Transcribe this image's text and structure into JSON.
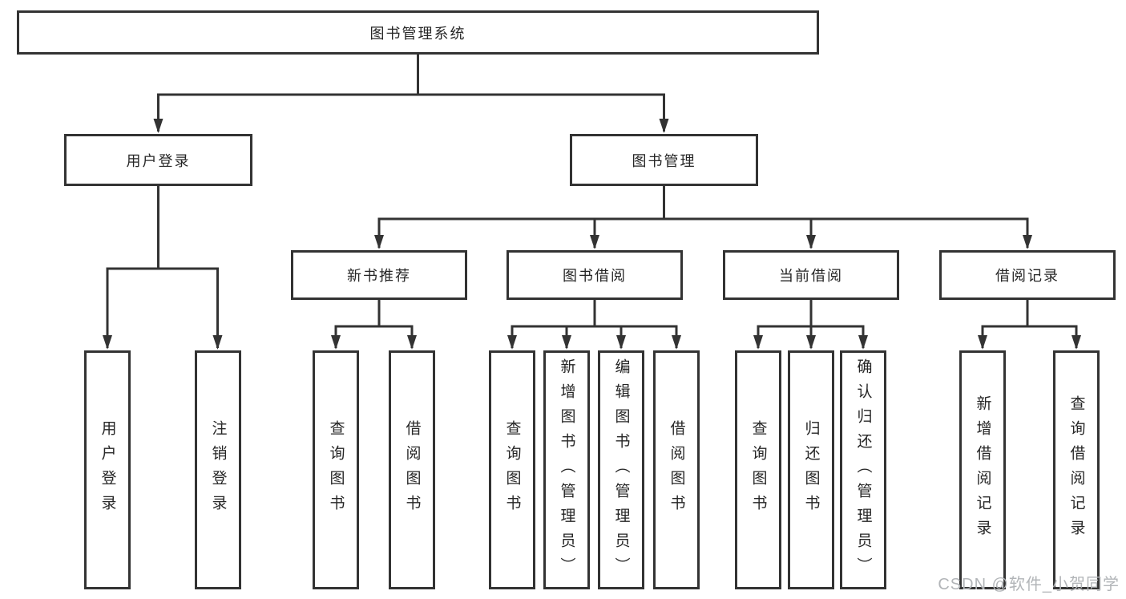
{
  "colors": {
    "line": "#333333",
    "box_border": "#333333",
    "text": "#262626",
    "background": "#ffffff",
    "watermark_text": "#b2b5b8"
  },
  "root": {
    "label": "图书管理系统"
  },
  "branches": [
    {
      "label": "用户登录",
      "children": [
        {
          "label": "用户登录"
        },
        {
          "label": "注销登录"
        }
      ]
    },
    {
      "label": "图书管理",
      "children": [
        {
          "label": "新书推荐",
          "children": [
            {
              "label": "查询图书"
            },
            {
              "label": "借阅图书"
            }
          ]
        },
        {
          "label": "图书借阅",
          "children": [
            {
              "label": "查询图书"
            },
            {
              "label": "新增图书（管理员）"
            },
            {
              "label": "编辑图书（管理员）"
            },
            {
              "label": "借阅图书"
            }
          ]
        },
        {
          "label": "当前借阅",
          "children": [
            {
              "label": "查询图书"
            },
            {
              "label": "归还图书"
            },
            {
              "label": "确认归还（管理员）"
            }
          ]
        },
        {
          "label": "借阅记录",
          "children": [
            {
              "label": "新增借阅记录"
            },
            {
              "label": "查询借阅记录"
            }
          ]
        }
      ]
    }
  ],
  "watermark": {
    "label": "CSDN @软件_小贺同学"
  }
}
